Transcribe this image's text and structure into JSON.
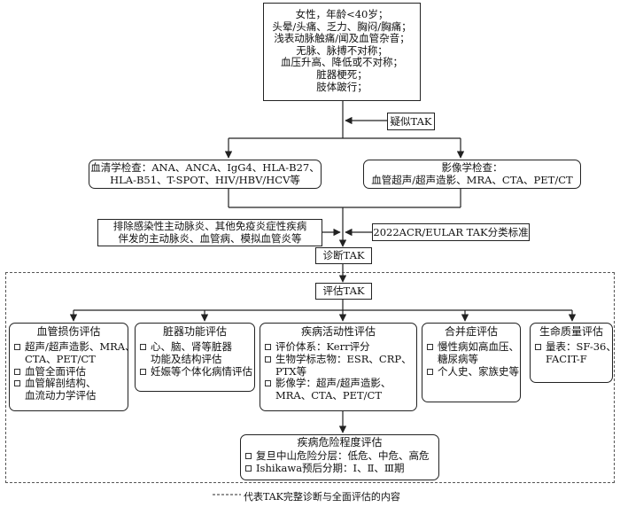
{
  "symptoms": {
    "lines": [
      "女性，年龄<40岁；",
      "头晕/头痛、乏力、胸闷/胸痛；",
      "浅表动脉触痛/闻及血管杂音；",
      "无脉、脉搏不对称；",
      "血压升高、降低或不对称；",
      "脏器梗死；",
      "肢体跛行；"
    ]
  },
  "suspected": "疑似TAK",
  "serology": {
    "lines": [
      "血清学检查：ANA、ANCA、IgG4、HLA-B27、",
      "HLA-B51、T-SPOT、HIV/HBV/HCV等"
    ]
  },
  "imaging": {
    "lines": [
      "影像学检查：",
      "血管超声/超声造影、MRA、CTA、PET/CT"
    ]
  },
  "exclusion": {
    "lines": [
      "排除感染性主动脉炎、其他免疫炎症性疾病",
      "伴发的主动脉炎、血管病、模拟血管炎等"
    ]
  },
  "criteria": "2022ACR/EULAR TAK分类标准",
  "diagnosis": "诊断TAK",
  "evaluation": "评估TAK",
  "vascular": {
    "title": "血管损伤评估",
    "b1": [
      "超声/超声造影、MRA、",
      "CTA、PET/CT"
    ],
    "b2": "血管全面评估",
    "b3": [
      "血管解剖结构、",
      "血流动力学评估"
    ]
  },
  "organ": {
    "title": "脏器功能评估",
    "b1": [
      "心、脑、肾等脏器",
      "功能及结构评估"
    ],
    "b2": "妊娠等个体化病情评估"
  },
  "activity": {
    "title": "疾病活动性评估",
    "b1": "评价体系：Kerr评分",
    "b2": [
      "生物学标志物：ESR、CRP、",
      "PTX等"
    ],
    "b3": [
      "影像学：超声/超声造影、",
      "MRA、CTA、PET/CT"
    ]
  },
  "comorbidity": {
    "title": "合并症评估",
    "b1": [
      "慢性病如高血压、",
      "糖尿病等"
    ],
    "b2": "个人史、家族史等"
  },
  "qol": {
    "title": "生命质量评估",
    "b1": [
      "量表：SF-36、",
      "FACIT-F"
    ]
  },
  "risk": {
    "title": "疾病危险程度评估",
    "b1": "复旦中山危险分层：低危、中危、高危",
    "b2": "Ishikawa预后分期：Ⅰ、Ⅱ、Ⅲ期"
  },
  "legend": "代表TAK完整诊断与全面评估的内容"
}
